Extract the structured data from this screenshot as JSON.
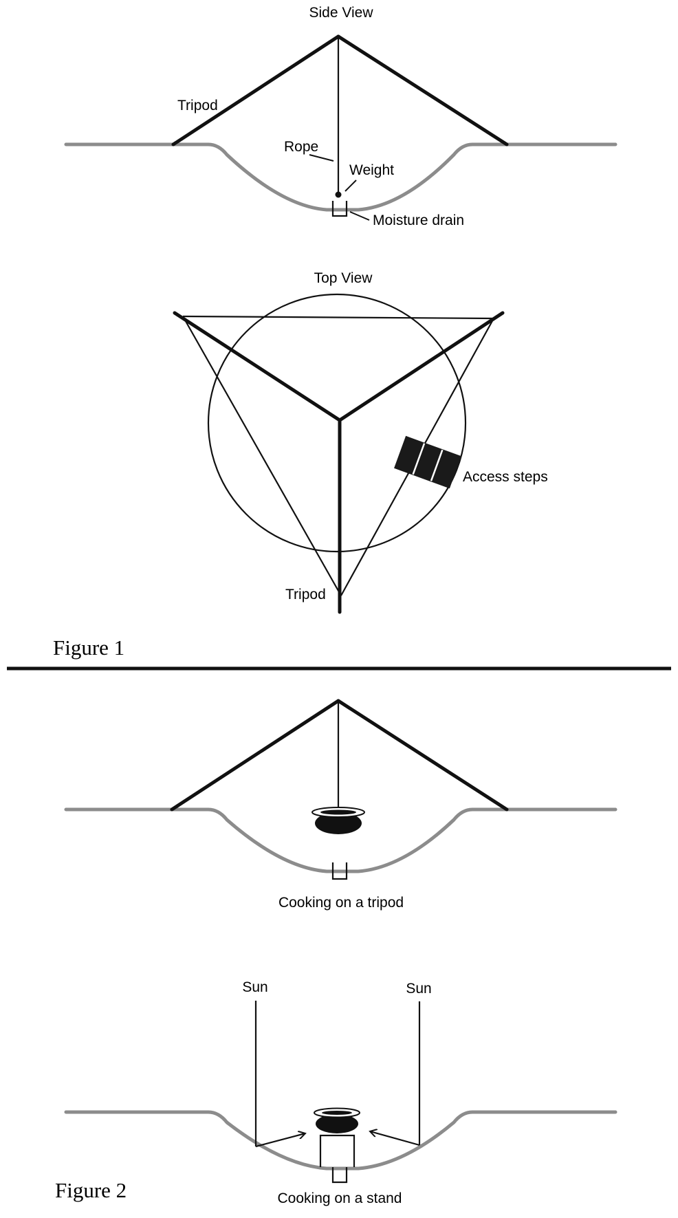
{
  "side_view": {
    "title": "Side View",
    "labels": {
      "tripod": "Tripod",
      "rope": "Rope",
      "weight": "Weight",
      "drain": "Moisture drain"
    }
  },
  "top_view": {
    "title": "Top View",
    "labels": {
      "steps": "Access steps",
      "tripod": "Tripod"
    }
  },
  "figure1": {
    "caption": "Figure 1"
  },
  "tripod_cooking": {
    "caption": "Cooking on a tripod"
  },
  "stand_cooking": {
    "sun_left": "Sun",
    "sun_right": "Sun",
    "caption": "Cooking on a stand"
  },
  "figure2": {
    "caption": "Figure 2"
  },
  "colors": {
    "ground": "#8c8c8c",
    "line": "#111111",
    "background": "#ffffff"
  }
}
